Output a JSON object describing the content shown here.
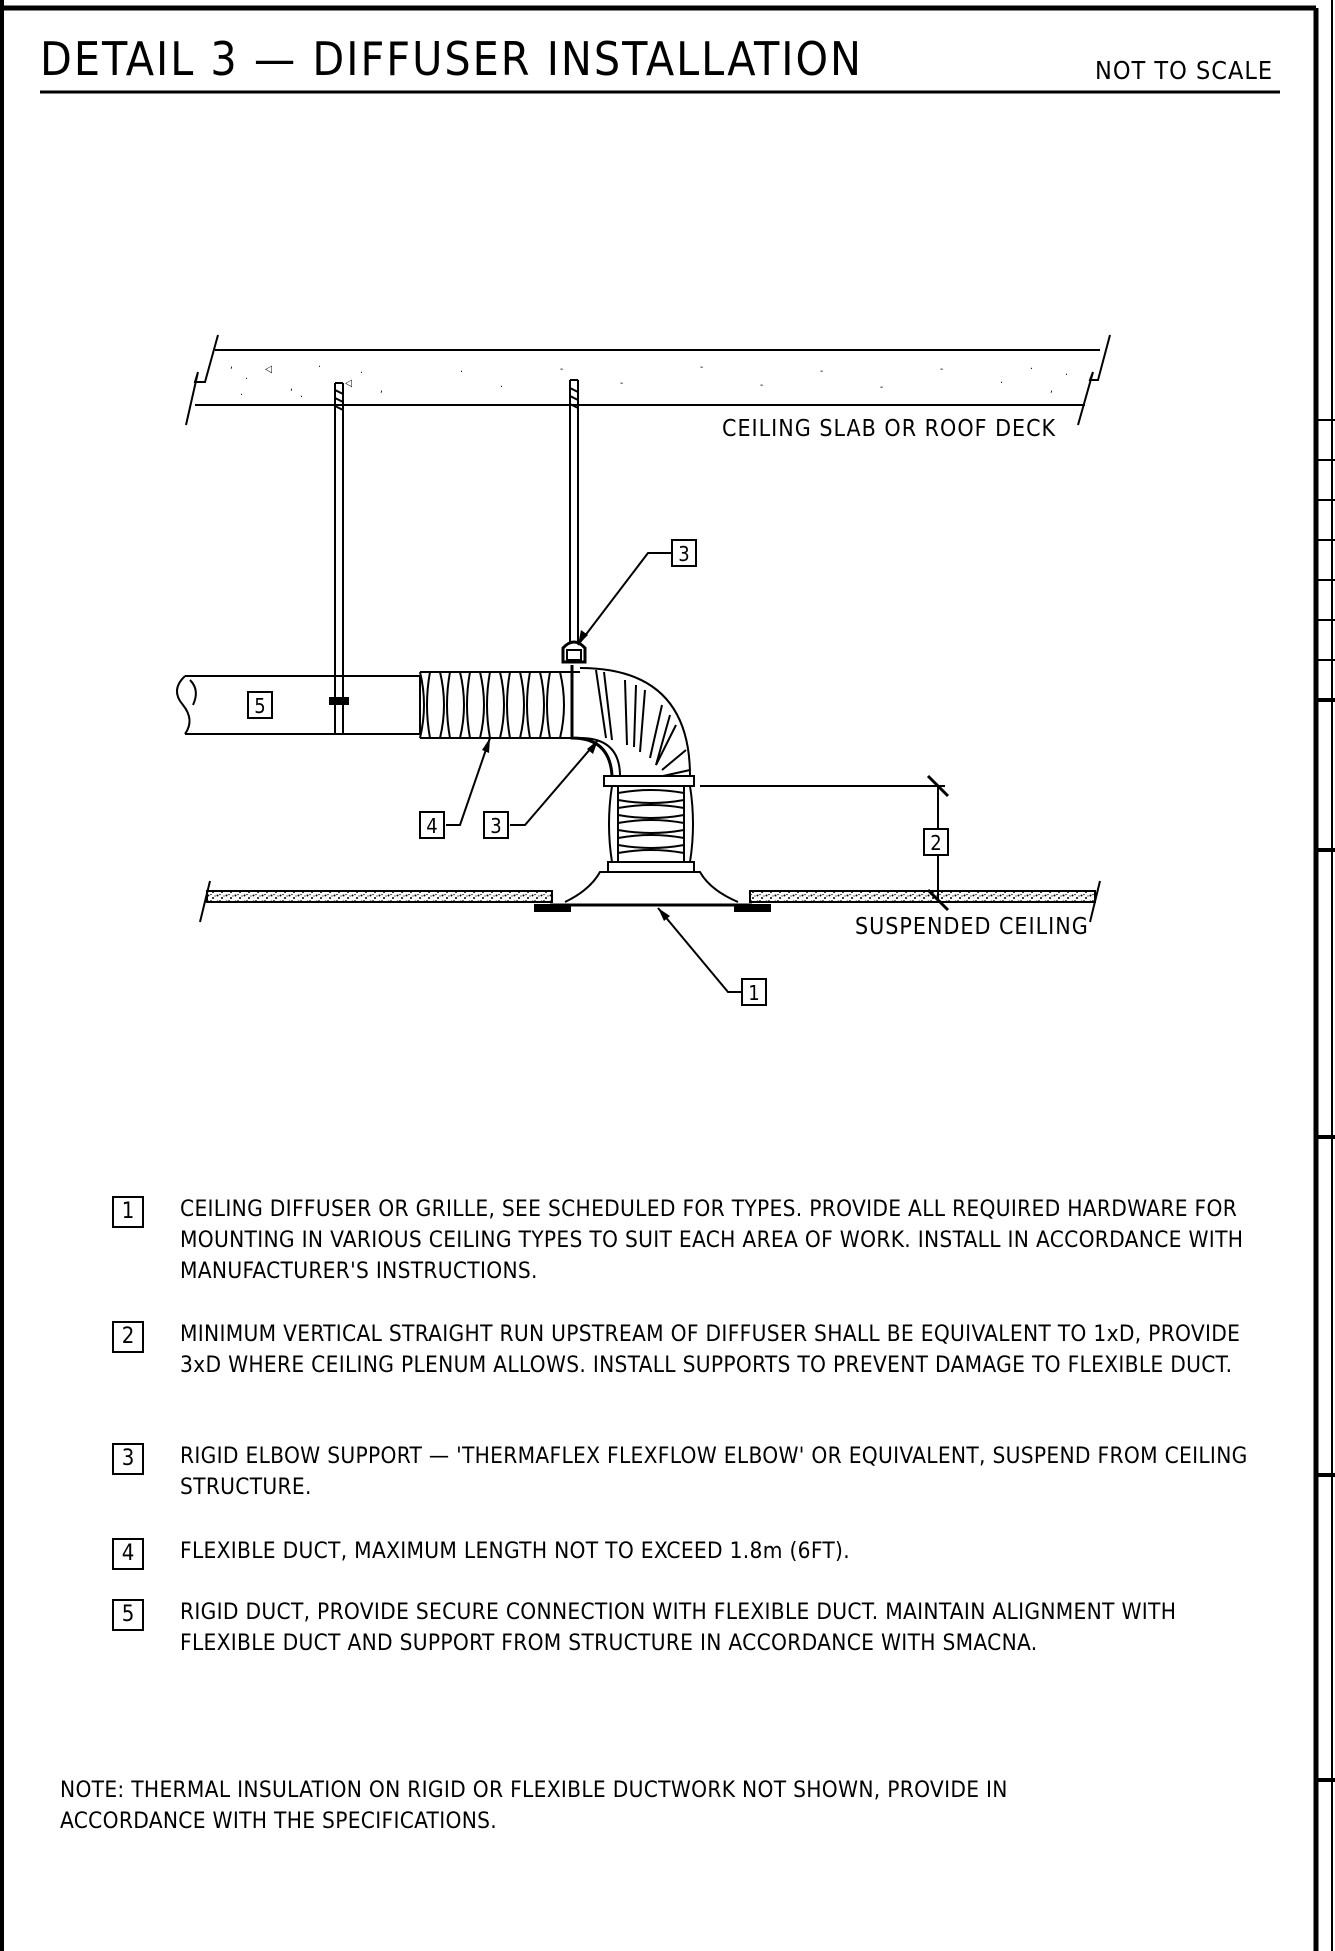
{
  "detail": {
    "title": "DETAIL 3 — DIFFUSER INSTALLATION",
    "scale": "NOT TO SCALE"
  },
  "diagram": {
    "slab_label": "CEILING SLAB OR ROOF DECK",
    "ceiling_label": "SUSPENDED CEILING",
    "callouts": [
      "3",
      "5",
      "4",
      "3",
      "2",
      "1"
    ]
  },
  "notes": [
    {
      "key": "1",
      "text": "CEILING DIFFUSER OR GRILLE, SEE SCHEDULED FOR TYPES. PROVIDE ALL REQUIRED HARDWARE FOR MOUNTING IN VARIOUS CEILING TYPES TO SUIT EACH AREA OF WORK. INSTALL IN ACCORDANCE WITH MANUFACTURER'S INSTRUCTIONS."
    },
    {
      "key": "2",
      "text": "MINIMUM VERTICAL STRAIGHT RUN UPSTREAM OF DIFFUSER SHALL BE EQUIVALENT TO 1xD, PROVIDE 3xD WHERE CEILING PLENUM ALLOWS. INSTALL SUPPORTS TO PREVENT DAMAGE TO FLEXIBLE DUCT."
    },
    {
      "key": "3",
      "text": "RIGID ELBOW SUPPORT — 'THERMAFLEX FLEXFLOW ELBOW' OR EQUIVALENT, SUSPEND FROM CEILING STRUCTURE."
    },
    {
      "key": "4",
      "text": "FLEXIBLE DUCT, MAXIMUM LENGTH NOT TO EXCEED 1.8m (6FT)."
    },
    {
      "key": "5",
      "text": "RIGID DUCT, PROVIDE SECURE CONNECTION WITH FLEXIBLE DUCT. MAINTAIN ALIGNMENT WITH FLEXIBLE DUCT AND SUPPORT FROM STRUCTURE IN ACCORDANCE WITH SMACNA."
    }
  ],
  "general_note": "NOTE: THERMAL INSULATION ON RIGID OR FLEXIBLE DUCTWORK NOT SHOWN, PROVIDE IN ACCORDANCE WITH THE SPECIFICATIONS."
}
